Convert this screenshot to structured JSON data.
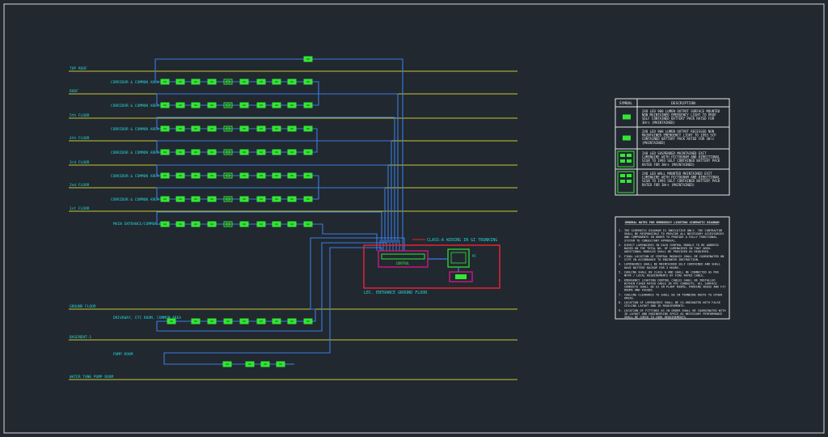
{
  "colors": {
    "background": "#212830",
    "border": "#d8d8d8",
    "floor_line": "#c8c832",
    "label": "#26d4d4",
    "wire": "#3a7de0",
    "fitting": "#33e633",
    "panel_box": "#e62230",
    "panel": "#c2187a",
    "white": "#e8e8e8"
  },
  "floors": [
    {
      "label": "TOP ROOF",
      "zone": ""
    },
    {
      "label": "ROOF",
      "zone": "CORRIDOR & COMMON AREA"
    },
    {
      "label": "5th FLOOR",
      "zone": "CORRIDOR & COMMON AREA"
    },
    {
      "label": "4th FLOOR",
      "zone": "CORRIDOR & COMMON AREA"
    },
    {
      "label": "3rd FLOOR",
      "zone": "CORRIDOR & COMMON AREA"
    },
    {
      "label": "2nd FLOOR",
      "zone": "CORRIDOR & COMMON AREA"
    },
    {
      "label": "1st FLOOR",
      "zone": "CORRIDOR & COMMON AREA"
    },
    {
      "label": "",
      "zone": "MAIN ENTRANCE/COMMON AREA"
    },
    {
      "label": "GROUND FLOOR",
      "zone": ""
    },
    {
      "label": "",
      "zone": "DRIVEWAY, ETC ROOM, COMMON AREA"
    },
    {
      "label": "BASEMENT-1",
      "zone": ""
    },
    {
      "label": "",
      "zone": "PUMP ROOM"
    },
    {
      "label": "WATER TANK PUMP ROOM",
      "zone": ""
    }
  ],
  "panel": {
    "wire_note": "CLASS-A WIRING IN GI TRUNKING",
    "room_label": "LEC. ENTRANCE GROUND FLOOR",
    "unit_label": "CONTROL",
    "pc_label": "PC"
  },
  "legend": {
    "headers": [
      "SYMBOL",
      "DESCRIPTION"
    ],
    "rows": [
      "2X8 LED 900 LUMEN OUTPUT SURFACE MOUNTED NON MAINTAINED EMERGENCY LIGHT TO PROP SELF CONTAINED BATTERY PACK RATED FOR 3Hrs (MAINTAINED)",
      "2X8 LED 900 LUMEN OUTPUT RECESSED NON MAINTAINED EMERGENCY LIGHT TO 1993 SCP CONTAINED BATTERY PACK RATED FOR 3Hrs (MAINTAINED)",
      "2X8 LED SUSPENDED MAINTAINED EXIT LUMINAIRE WITH PICTOGRAM AND DIRECTIONAL SIGN TO 1993 SELF CONTAINED BATTERY PACK RATED FOR 3Hrs (MAINTAINED)",
      "2X8 LED WALL MOUNTED MAINTAINED EXIT LUMINAIRE WITH PICTOGRAM AND DIRECTIONAL SIGN TO 1993 SELF CONTAINED BATTERY PACK RATED FOR 3Hrs (MAINTAINED)"
    ]
  },
  "notes": {
    "title": "GENERAL NOTES FOR EMERGENCY LIGHTING SCHEMATIC DIAGRAM",
    "items": [
      "THE SCHEMATIC DIAGRAM IS INDICATIVE ONLY. THE CONTRACTOR SHALL BE RESPONSIBLE TO PROVIDE ALL NECESSARY ACCESSORIES AND COMPONENTS IN ORDER TO PROVIDE A FULLY FUNCTIONAL SYSTEM TO CONSULTANT APPROVAL.",
      "DIRECT LUMINAIRES IN EACH CENTRAL MODULE TO BE ADDRESS BASED ON THE TOTAL NO. OF LUMINAIRES IN THAT AREA. ADDITIONAL MODULES SHALL BE PROVIDED AS REQUIRED.",
      "FINAL LOCATION OF CENTRAL MODULES SHALL BE COORDINATED ON SITE IN ACCORDANCE TO ENGINEER INSTRUCTION.",
      "LUMINAIRES SHALL BE MAINTAINED SELF CONTAINED AND SHALL HAVE BATTERY BACKUP FOR 3 HOURS.",
      "CABLING SHALL BE CLASS A AND SHALL BE CONNECTED AS PER NFPA / LOCAL REQUIREMENTS BY FIRE RATED CABLE.",
      "EMERGENCY LIGHTING CONTROL CABLES SHALL BE INSTALLED WITHIN FIRED RATED CABLE IN PVC CONDUITS. ALL SURFACE CONDUITS SHALL BE GI IN PLANT ROOMS, PARKING AREAS AND FIT ROOMS AND FACADE.",
      "CABLING CLEARANCE TO SHALL BE IN TRUNKING ROUTE TO OTHER AREAS.",
      "LOCATION OF LUMINAIRES SHALL BE CO-ORDINATED WITH FALSE CEILING LAYOUT AND ID REQUIREMENTS.",
      "LOCATION OF FITTINGS AS IN ORDER SHALL BE COORDINATED WITH ID LAYOUT AND ENGINEERING SPECS AS NECESSARY PERFORMANCE SHALL BE CHECK TO CODE REQUIREMENTS."
    ]
  }
}
